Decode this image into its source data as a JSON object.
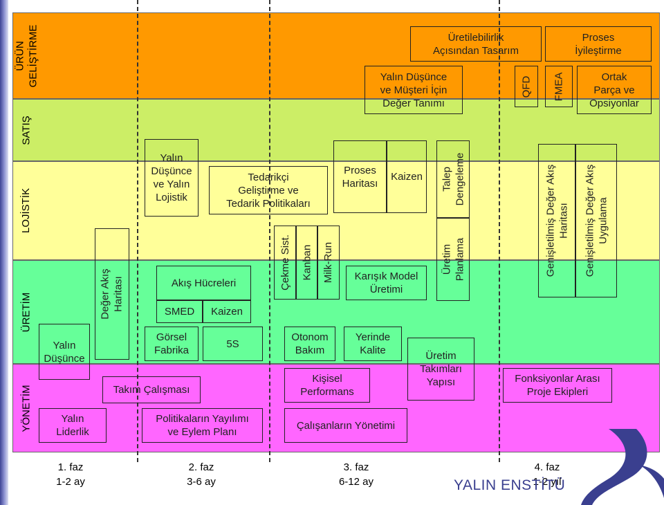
{
  "colors": {
    "row_urun": "#ff9900",
    "row_satis": "#ccee66",
    "row_lojistik": "#ffff99",
    "row_uretim": "#66ff99",
    "row_yonetim": "#ff66ff",
    "logo": "#3a3f8f"
  },
  "rows": {
    "urun": "ÜRÜN\nGELİŞTİRME",
    "satis": "SATIŞ",
    "lojistik": "LOJİSTİK",
    "uretim": "ÜRETİM",
    "yonetim": "YÖNETİM"
  },
  "boxes": {
    "yalin_dusunce": "Yalın\nDüşünce",
    "yalin_liderlik": "Yalın\nLiderlik",
    "deger_akis_haritasi": "Değer Akış\nHaritası",
    "yalin_lojistik": "Yalın\nDüşünce\nve Yalın\nLojistik",
    "akis_hucreleri": "Akış Hücreleri",
    "smed": "SMED",
    "kaizen_1": "Kaizen",
    "gorsel_fabrika": "Görsel\nFabrika",
    "five_s": "5S",
    "takim_calismasi": "Takım Çalışması",
    "politikalar": "Politikaların Yayılımı\nve Eylem Planı",
    "tedarikci": "Tedarikçi\nGeliştirme ve\nTedarik Politikaları",
    "cekme_sist": "Çekme Sist.",
    "kanban": "Kanban",
    "milk_run": "Milk-Run",
    "otonom_bakim": "Otonom\nBakım",
    "kisisel_performans": "Kişisel\nPerformans",
    "calisanlarin_yonetimi": "Çalışanların Yönetimi",
    "musteri_deger": "Yalın Düşünce\nve Müşteri İçin\nDeğer Tanımı",
    "proses_haritasi": "Proses\nHaritası",
    "kaizen_2": "Kaizen",
    "karisik_model": "Karışık Model\nÜretimi",
    "yerinde_kalite": "Yerinde\nKalite",
    "uretilebilirlik": "Üretilebilirlik\nAçısından Tasarım",
    "talep_dengeleme": "Talep\nDengeleme",
    "uretim_planlama": "Üretim\nPlanlama",
    "uretim_takimlari": "Üretim\nTakımları\nYapısı",
    "qfd": "QFD",
    "fmea": "FMEA",
    "proses_iyilestirme": "Proses\nİyileştirme",
    "ortak_parca": "Ortak\nParça ve\nOpsiyonlar",
    "gen_deger_akis_haritasi": "Genişletilmiş Değer Akış\nHaritası",
    "gen_deger_akis_uygulama": "Genişletilmiş Değer Akış\nUygulama",
    "fonksiyonlar_arasi": "Fonksiyonlar Arası\nProje Ekipleri"
  },
  "phases": [
    "1. faz\n1-2 ay",
    "2. faz\n3-6 ay",
    "3. faz\n6-12 ay",
    "4. faz\n1-2 yıl"
  ],
  "logo": "YALIN ENSTİTÜ"
}
